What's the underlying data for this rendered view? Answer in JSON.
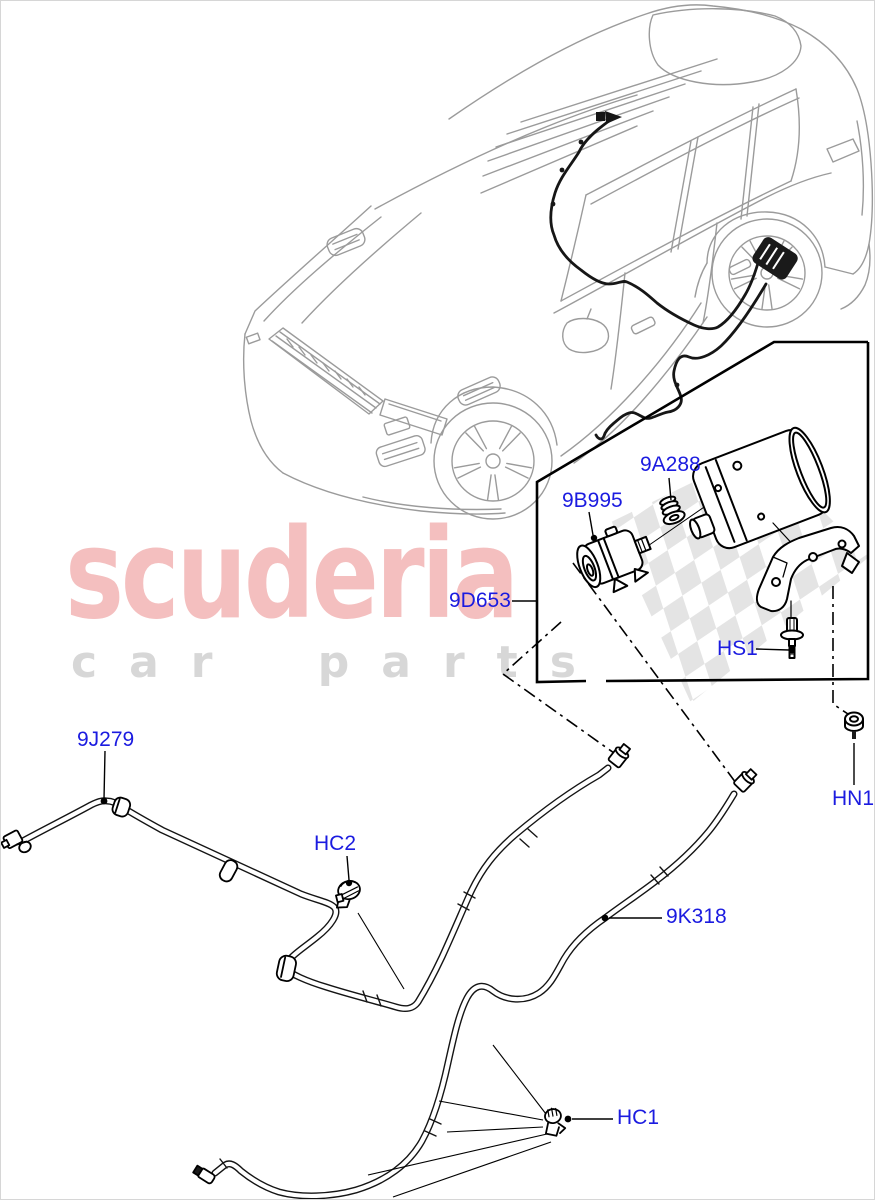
{
  "watermark": {
    "brand": "scuderia",
    "tagline": "car parts",
    "brand_color": "#f4bfbf",
    "tagline_color": "#d7d7d7"
  },
  "diagram": {
    "label_color": "#1b1be0",
    "flag_color": "#e4e4e4",
    "vehicle": "Range Rover Sport line illustration",
    "callouts": [
      {
        "id": "9B995"
      },
      {
        "id": "9A288"
      },
      {
        "id": "9D653"
      },
      {
        "id": "HS1"
      },
      {
        "id": "HN1"
      },
      {
        "id": "9J279"
      },
      {
        "id": "HC2"
      },
      {
        "id": "9K318"
      },
      {
        "id": "HC1"
      }
    ]
  }
}
